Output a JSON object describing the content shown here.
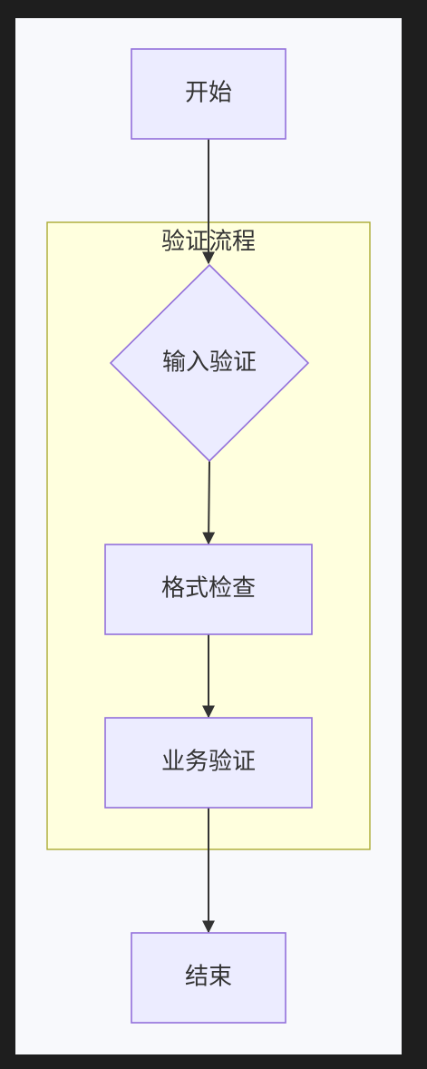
{
  "diagram": {
    "cluster": {
      "label": "验证流程"
    },
    "nodes": {
      "start": "开始",
      "input_validate": "输入验证",
      "format_check": "格式检查",
      "business_validate": "业务验证",
      "end": "结束"
    }
  },
  "colors": {
    "node_fill": "#ececff",
    "node_stroke": "#9370db",
    "cluster_fill": "#ffffde",
    "cluster_stroke": "#aaaa33",
    "edge": "#333333",
    "background": "#f8f9fc"
  }
}
